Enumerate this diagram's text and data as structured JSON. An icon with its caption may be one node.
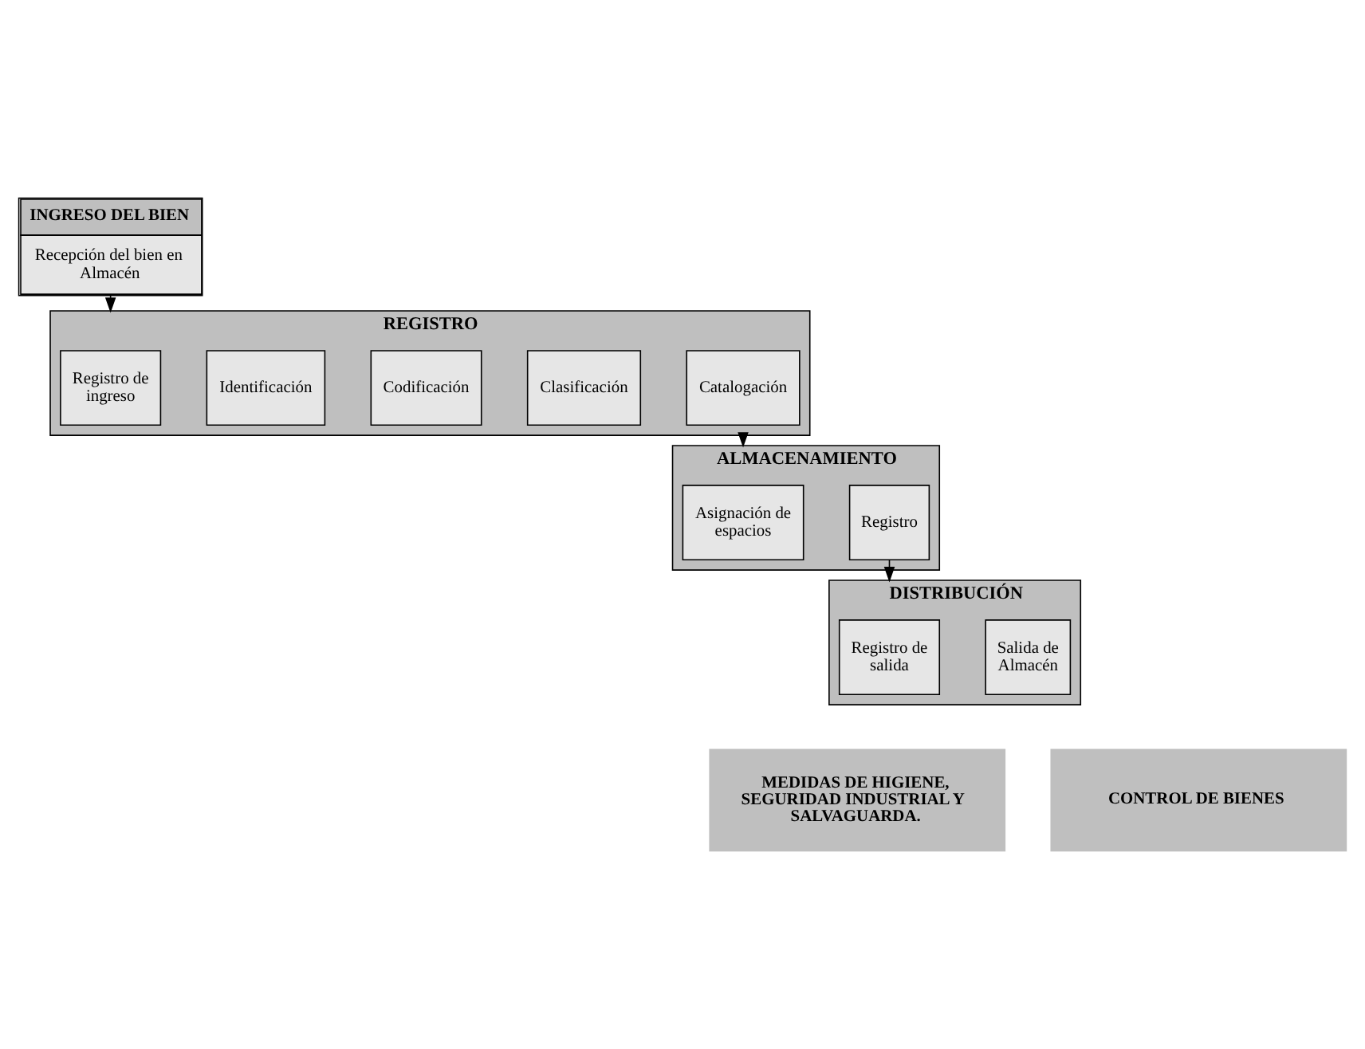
{
  "diagram": {
    "nodes": [
      {
        "text": [
          "INGRESO DEL BIEN",
          "Recepción del bien en Almacén"
        ]
      },
      {
        "text": [
          "REGISTRO"
        ]
      },
      {
        "text": [
          "Registro de ingreso"
        ],
        "in": 1
      },
      {
        "text": [
          "Identificación"
        ],
        "in": 1
      },
      {
        "text": [
          "Codificación"
        ],
        "in": 1
      },
      {
        "text": [
          "Clasificación"
        ],
        "in": 1
      },
      {
        "text": [
          "Catalogación"
        ],
        "in": 1
      },
      {
        "text": [
          "ALMACENAMIENTO"
        ]
      },
      {
        "text": [
          "Asignación de espacios"
        ],
        "in": 7
      },
      {
        "text": [
          "Registro"
        ],
        "in": 7
      },
      {
        "text": [
          "DISTRIBUCIÓN"
        ]
      },
      {
        "text": [
          "Registro de salida"
        ],
        "in": 10
      },
      {
        "text": [
          "Salida de Almacén"
        ],
        "in": 10
      },
      {
        "text": [
          "MEDIDAS DE HIGIENE, SEGURIDAD INDUSTRIAL Y SALVAGUARDA."
        ]
      },
      {
        "text": [
          "CONTROL DE BIENES"
        ]
      }
    ],
    "edges": [
      {
        "from": 0,
        "to": 1,
        "arrow": "to"
      },
      {
        "from": 1,
        "to": 7,
        "arrow": "to"
      },
      {
        "from": 9,
        "to": 10,
        "arrow": "to"
      }
    ]
  }
}
